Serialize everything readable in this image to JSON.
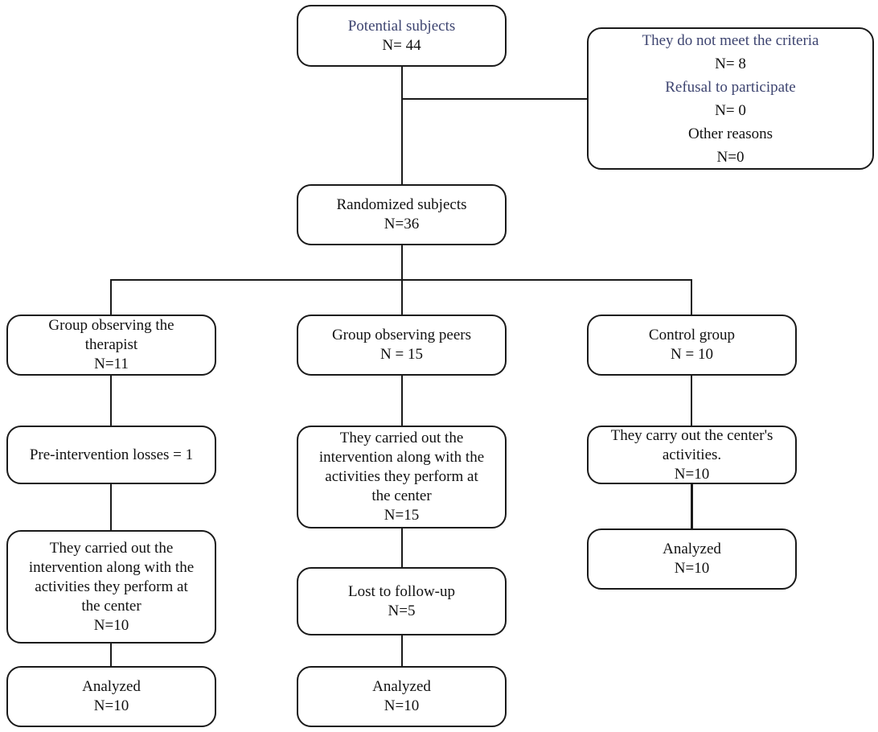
{
  "boxes": {
    "potential": {
      "title": "Potential subjects",
      "n": "N= 44"
    },
    "exclusions": {
      "criteria": "They do not meet the criteria",
      "criteria_n": "N= 8",
      "refusal": "Refusal to participate",
      "refusal_n": "N= 0",
      "other": "Other reasons",
      "other_n": "N=0"
    },
    "randomized": {
      "title": "Randomized subjects",
      "n": "N=36"
    },
    "therapist_group": {
      "line1": "Group observing the",
      "line2": "therapist",
      "n": "N=11"
    },
    "peers_group": {
      "title": "Group observing peers",
      "n": "N = 15"
    },
    "control_group": {
      "title": "Control group",
      "n": "N = 10"
    },
    "pre_losses": {
      "text": "Pre-intervention losses = 1"
    },
    "therapist_intervention": {
      "line1": "They carried out the",
      "line2": "intervention along with the",
      "line3": "activities they perform at",
      "line4": "the center",
      "n": "N=10"
    },
    "peers_intervention": {
      "line1": "They carried out the",
      "line2": "intervention along with the",
      "line3": "activities they perform at",
      "line4": "the center",
      "n": "N=15"
    },
    "control_activities": {
      "line1": "They carry out the center's",
      "line2": "activities.",
      "n": "N=10"
    },
    "peers_lost": {
      "title": "Lost to follow-up",
      "n": "N=5"
    },
    "control_analyzed": {
      "title": "Analyzed",
      "n": "N=10"
    },
    "therapist_analyzed": {
      "title": "Analyzed",
      "n": "N=10"
    },
    "peers_analyzed": {
      "title": "Analyzed",
      "n": "N=10"
    }
  }
}
